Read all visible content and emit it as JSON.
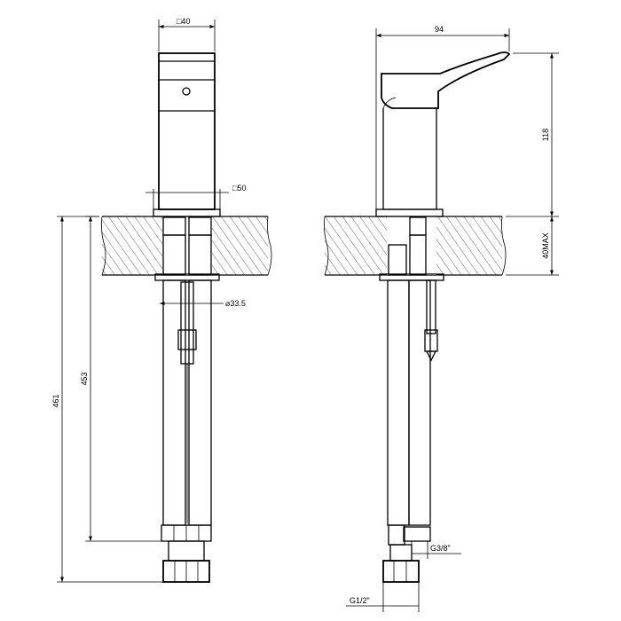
{
  "front_view": {
    "square_top": "□40",
    "square_base": "□50",
    "diameter": "⌀33.5",
    "height_total": "461",
    "height_below": "453"
  },
  "side_view": {
    "width": "94",
    "height_above": "118",
    "deck_max": "40MAX",
    "thread_small": "G3/8\"",
    "thread_large": "G1/2\""
  }
}
